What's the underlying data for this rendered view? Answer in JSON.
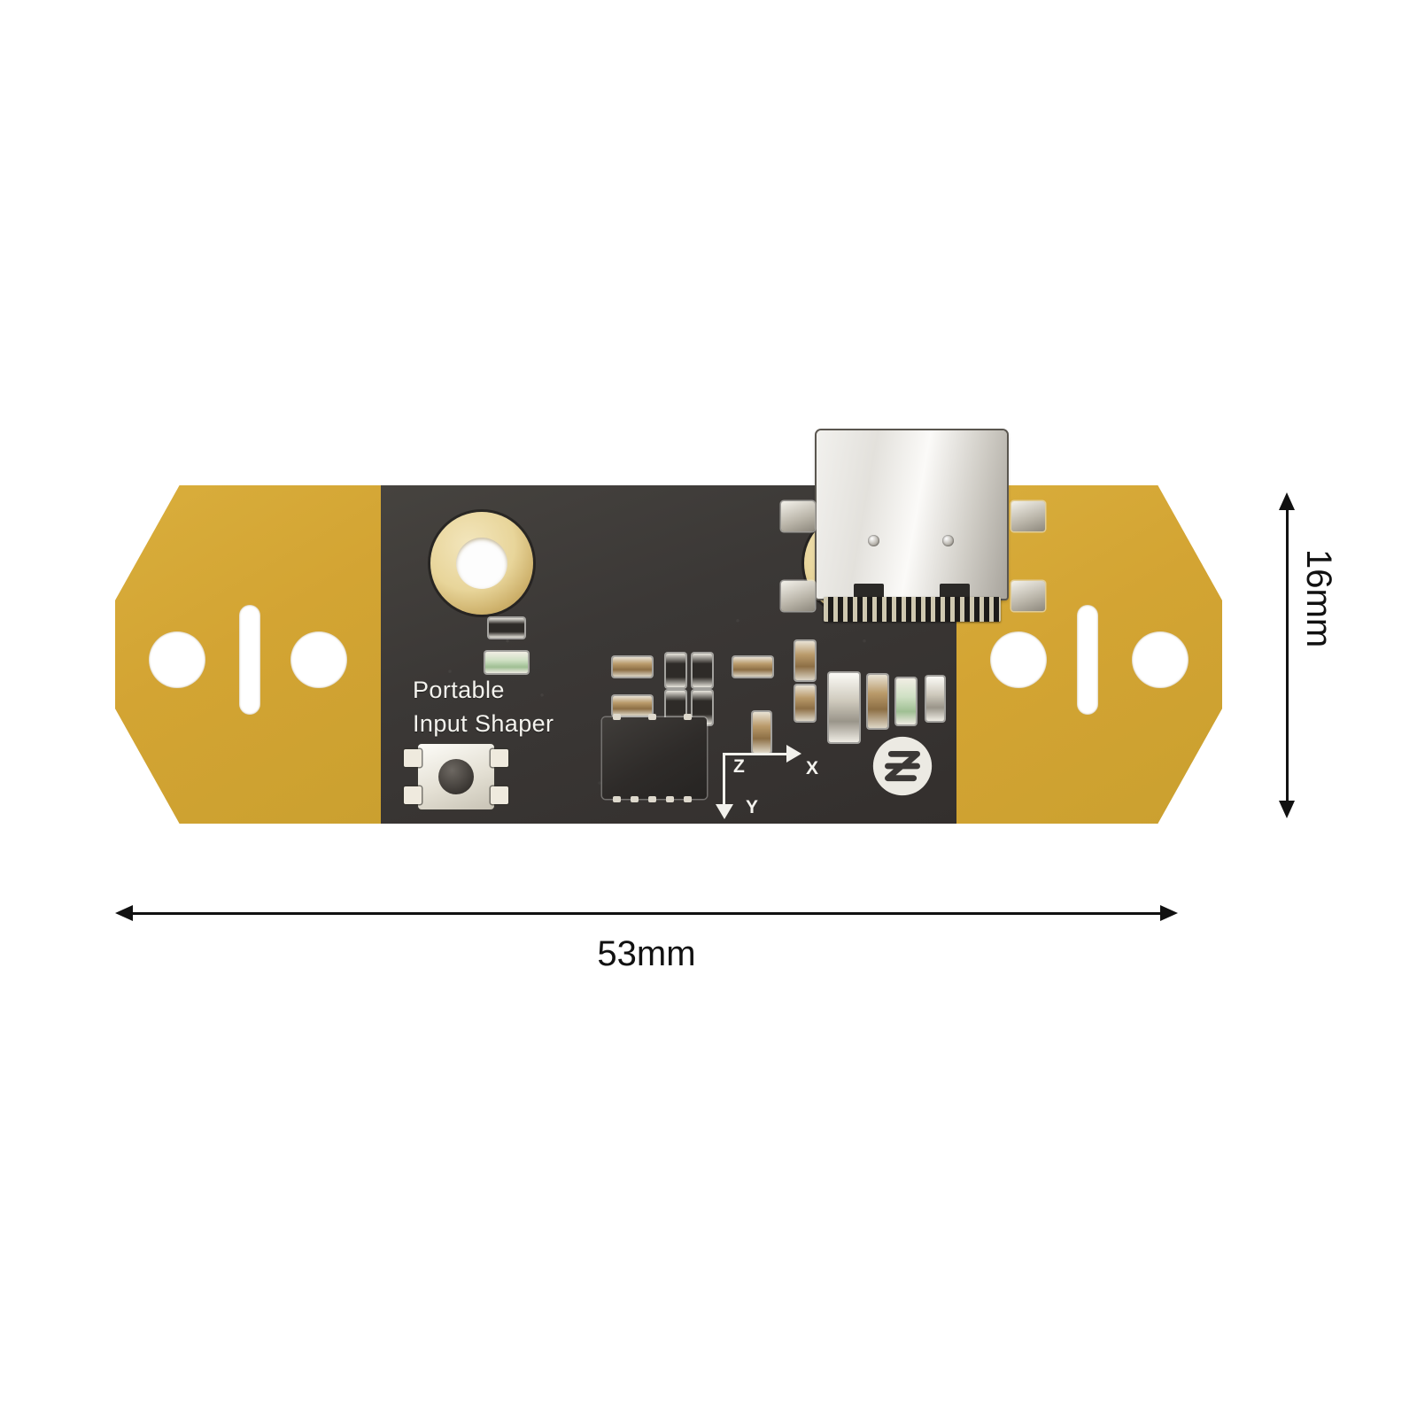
{
  "product": {
    "silkscreen_line1": "Portable",
    "silkscreen_line2": "Input Shaper",
    "logo_name": "brand-logo",
    "pcb_dark_color": "#3b3836",
    "pcb_gold_color": "#d3a433",
    "connector_color": "#e3e1dc",
    "pad_gold_color": "#e8d59a"
  },
  "axis_indicator": {
    "x_label": "X",
    "y_label": "Y",
    "z_label": "Z"
  },
  "dimensions": {
    "width_label": "53mm",
    "height_label": "16mm",
    "width_value": 53,
    "height_value": 16,
    "unit": "mm"
  },
  "components": {
    "usb_connector": "USB-C",
    "button": "tactile-switch",
    "ic": "accelerometer-ic",
    "led": "status-led",
    "mount_holes": 2,
    "wing_round_holes": 4,
    "wing_slots": 2
  }
}
